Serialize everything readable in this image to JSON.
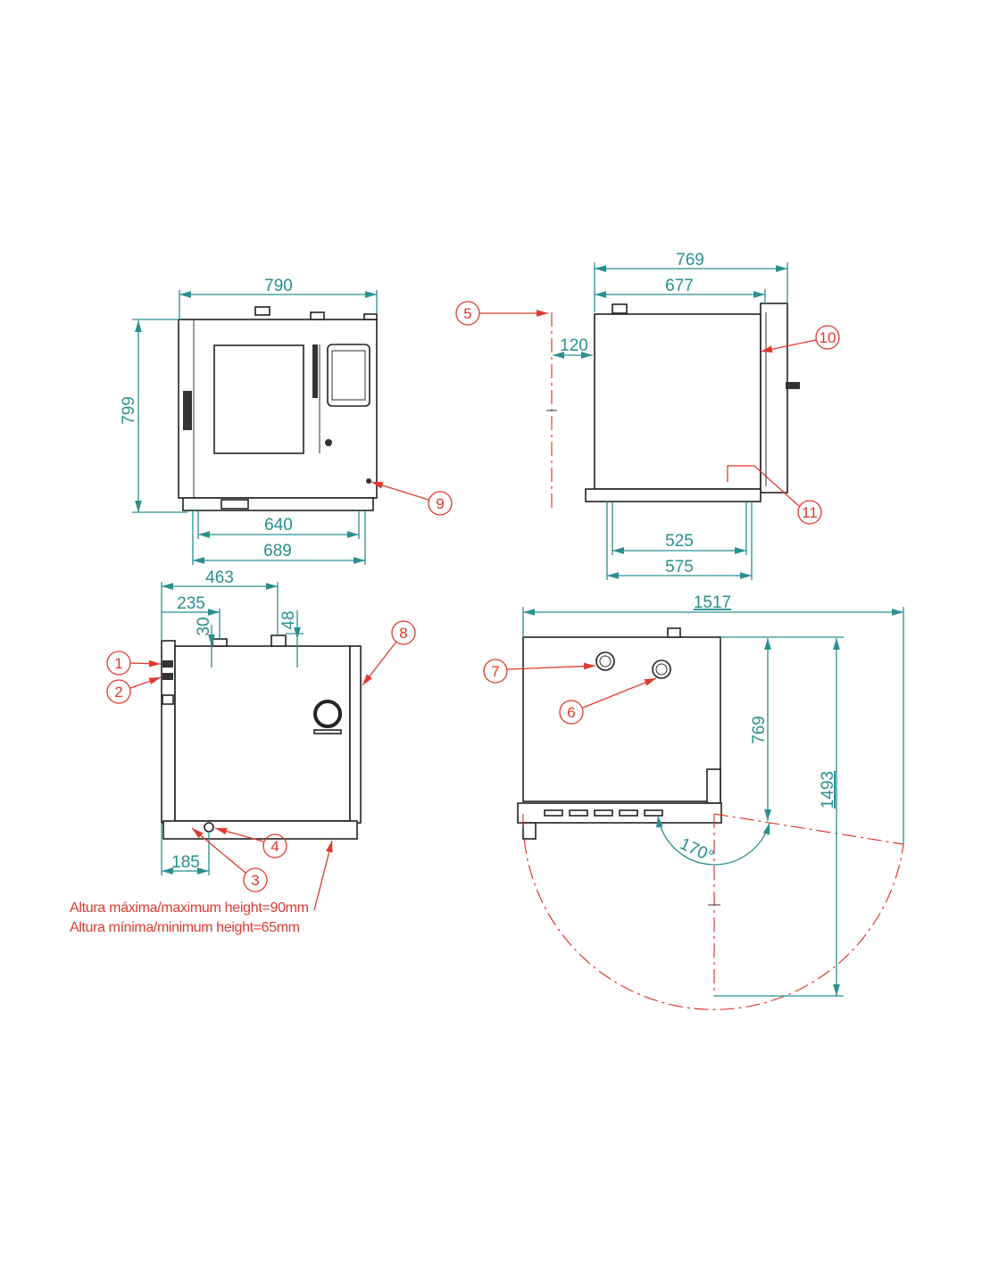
{
  "front_view": {
    "width": "790",
    "height": "799",
    "inner_feet": "640",
    "outer_feet": "689"
  },
  "side_view": {
    "depth_total": "769",
    "depth_body": "677",
    "clearance": "120",
    "feet_inner": "525",
    "feet_outer": "575"
  },
  "back_view": {
    "dim_463": "463",
    "dim_235": "235",
    "dim_30": "30",
    "dim_48": "48",
    "dim_185": "185"
  },
  "top_view": {
    "total_width": "1517",
    "depth": "769",
    "total_depth": "1493",
    "door_angle": "170°"
  },
  "callouts": [
    "1",
    "2",
    "3",
    "4",
    "5",
    "6",
    "7",
    "8",
    "9",
    "10",
    "11"
  ],
  "notes": [
    "Altura máxima/maximum height=90mm",
    "Altura mínima/minimum height=65mm"
  ],
  "colors": {
    "dimension": "#2a8f8f",
    "callout": "#e0392f",
    "outline": "#222222"
  }
}
